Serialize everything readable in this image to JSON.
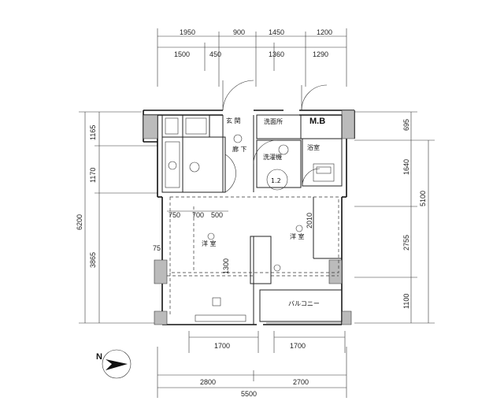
{
  "dimensions": {
    "top_row1": [
      "1950",
      "900",
      "1450",
      "1200"
    ],
    "top_row2": [
      "1500",
      "450",
      "1360",
      "1290"
    ],
    "left_outer": "6200",
    "left_inner": [
      "1165",
      "1170",
      "3865"
    ],
    "right_outer": "5100",
    "right_inner": [
      "695",
      "1640",
      "2755",
      "1100"
    ],
    "bottom_row1": [
      "1700",
      "1700"
    ],
    "bottom_row2": [
      "2800",
      "2700"
    ],
    "bottom_total": "5500",
    "interior": [
      "750",
      "700",
      "500",
      "2010",
      "1300",
      "75"
    ]
  },
  "rooms": {
    "entrance": "玄 関",
    "washroom": "洗面所",
    "mb": "M.B",
    "hall": "廊 下",
    "bath_label": "浴室",
    "wash_machine": "洗濯機",
    "room1": "洋 室",
    "room2": "洋 室",
    "balcony": "バルコニー",
    "circle_12": "1.2"
  },
  "icons": {
    "north_arrow": "north-arrow-icon",
    "north_label": "N"
  }
}
